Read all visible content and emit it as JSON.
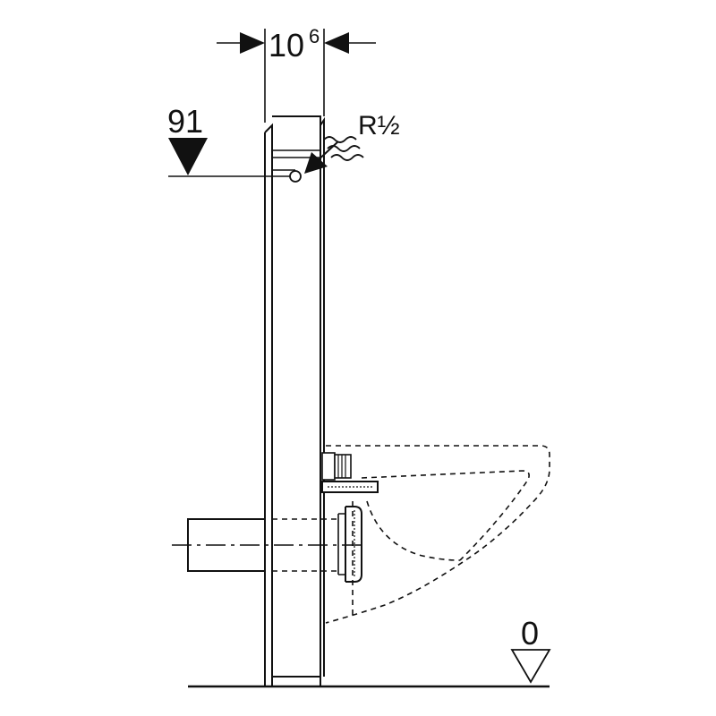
{
  "dimensions": {
    "width": {
      "main": "10",
      "superscript": "6"
    },
    "height_marker": "91",
    "floor_marker": "0",
    "connection": "R½"
  },
  "colors": {
    "line": "#111111",
    "background": "#ffffff"
  }
}
